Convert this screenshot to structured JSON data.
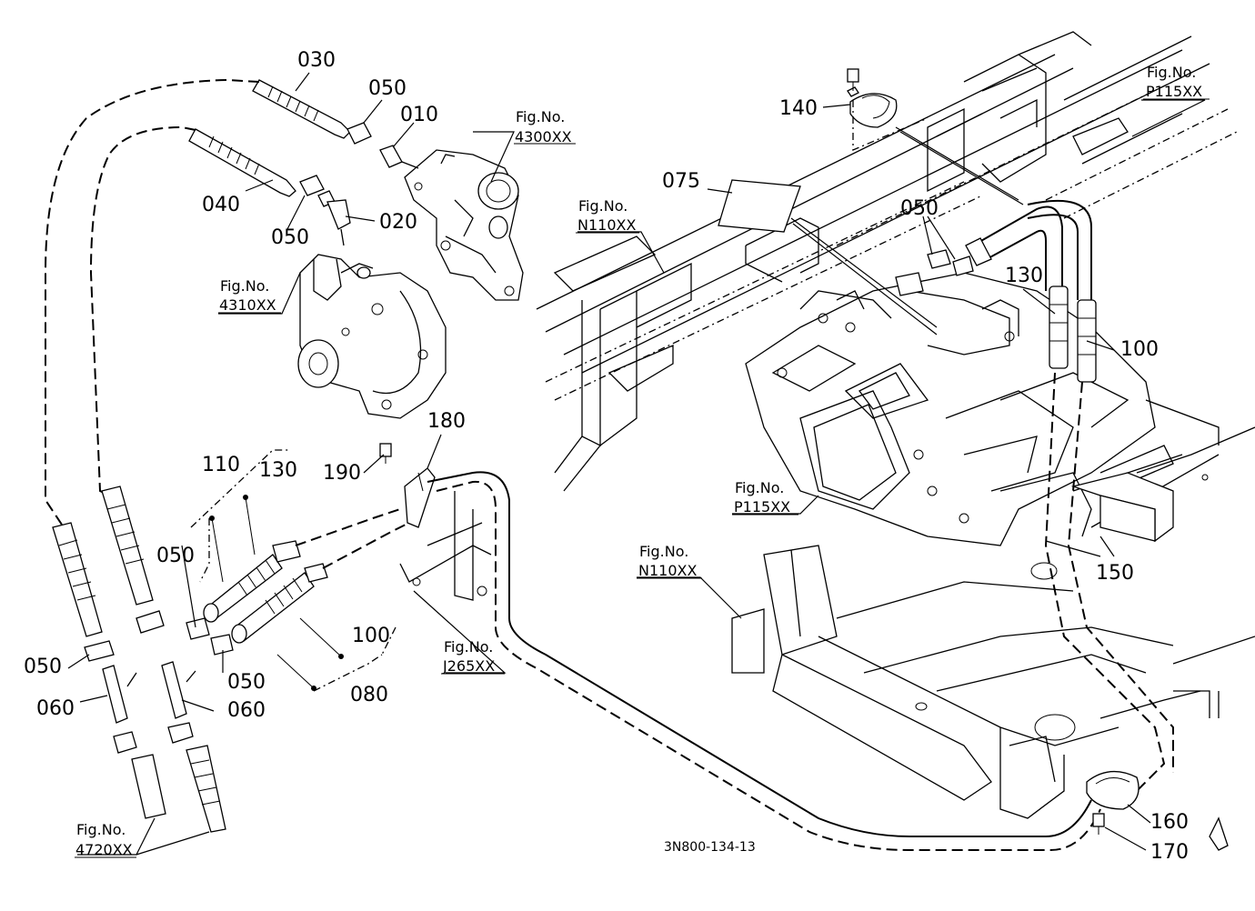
{
  "diagram": {
    "drawing_code": "3N800-134-13",
    "part_labels": {
      "p010": "010",
      "p020": "020",
      "p030": "030",
      "p040": "040",
      "p050a": "050",
      "p050b": "050",
      "p050c": "050",
      "p050d": "050",
      "p050e": "050",
      "p050f": "050",
      "p060a": "060",
      "p060b": "060",
      "p075": "075",
      "p080": "080",
      "p100a": "100",
      "p100b": "100",
      "p110": "110",
      "p130a": "130",
      "p130b": "130",
      "p140": "140",
      "p150": "150",
      "p160": "160",
      "p170": "170",
      "p180": "180",
      "p190": "190"
    },
    "fig_refs": {
      "fig_prefix": "Fig.No.",
      "f4300": "4300XX",
      "f4310": "4310XX",
      "f4720": "4720XX",
      "fN110a": "N110XX",
      "fN110b": "N110XX",
      "fP115a": "P115XX",
      "fP115b": "P115XX",
      "fJ265": "J265XX"
    }
  }
}
